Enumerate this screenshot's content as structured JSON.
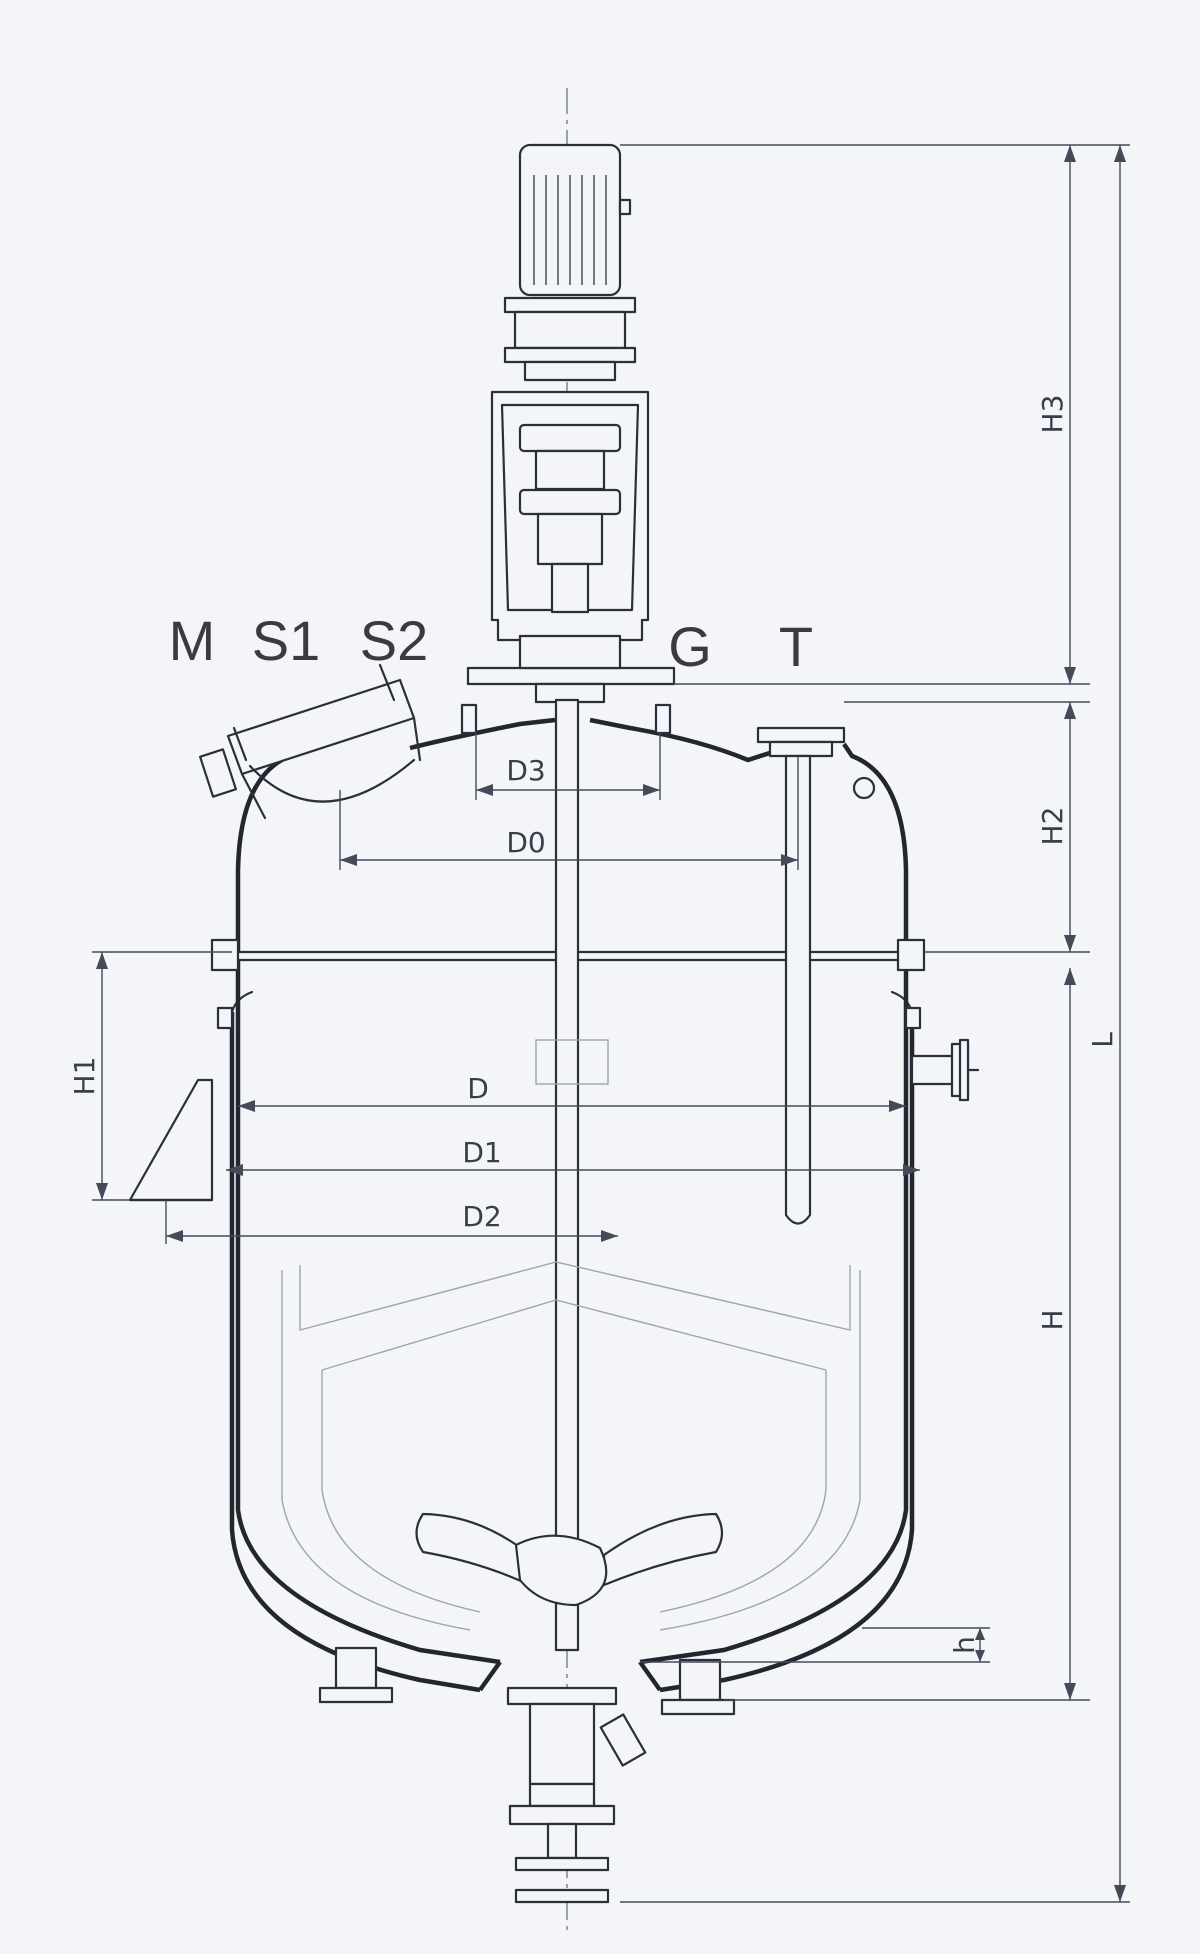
{
  "nozzle_labels": {
    "m": "M",
    "s1": "S1",
    "s2": "S2",
    "g": "G",
    "t": "T"
  },
  "dimension_labels": {
    "h3": "H3",
    "h2": "H2",
    "l": "L",
    "h": "H",
    "h_small": "h",
    "h1": "H1",
    "d3": "D3",
    "d0": "D0",
    "d": "D",
    "d1": "D1",
    "d2": "D2"
  },
  "colors": {
    "background": "#f4f5f9",
    "line": "#2b2f3b",
    "text": "#3a3b42"
  }
}
